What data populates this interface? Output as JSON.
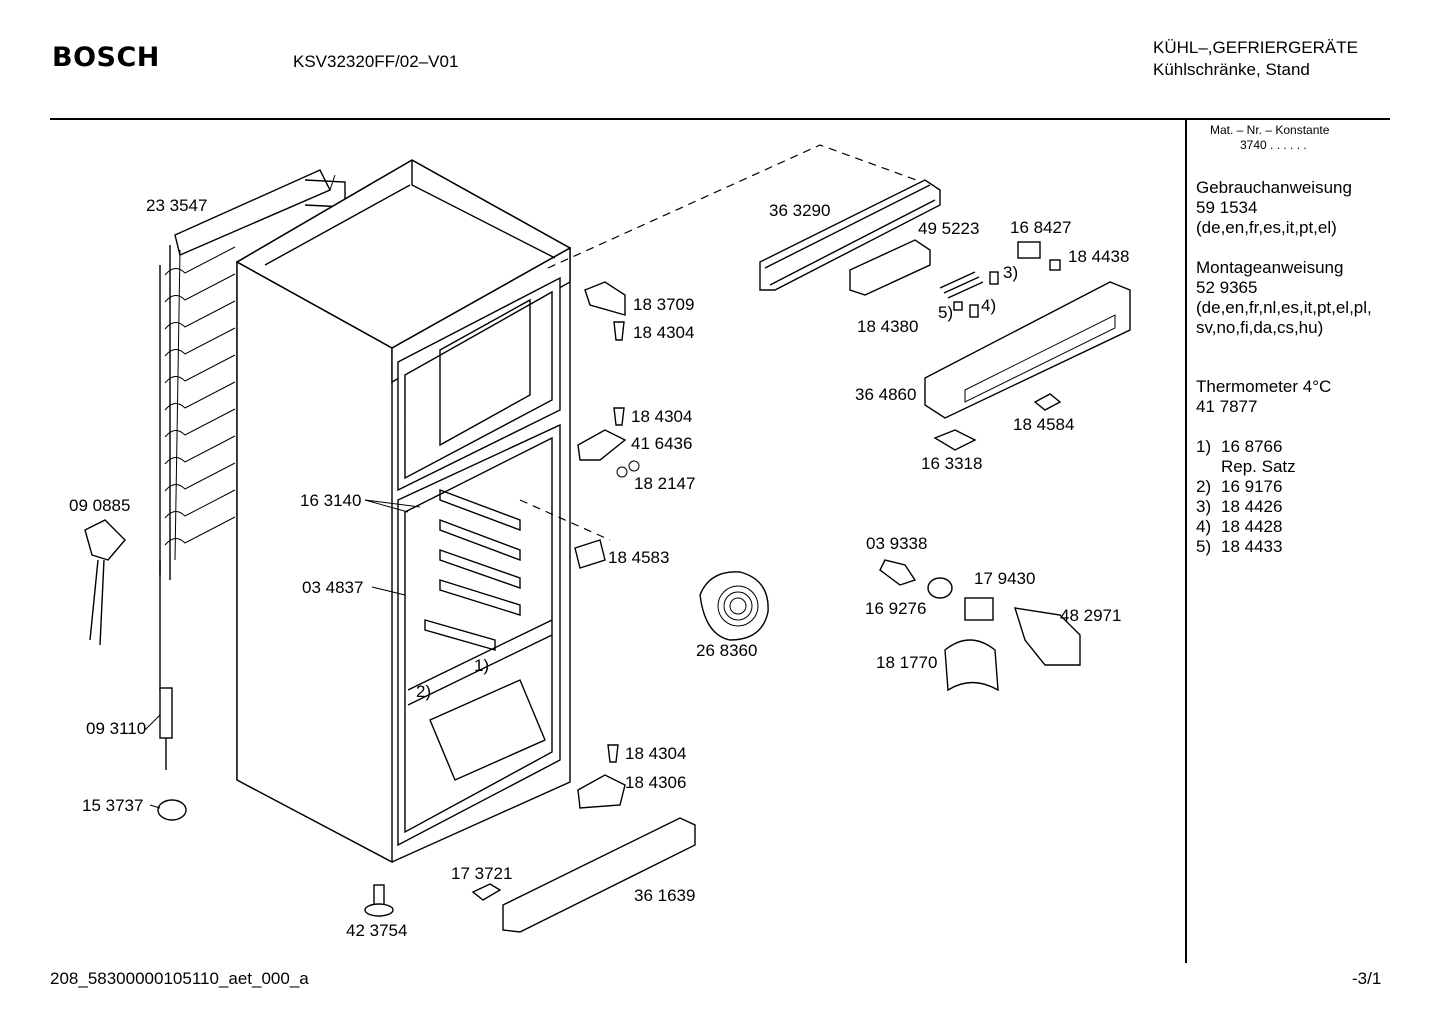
{
  "header": {
    "brand": "BOSCH",
    "model": "KSV32320FF/02–V01",
    "category_line1": "KÜHL–,GEFRIERGERÄTE",
    "category_line2": "Kühlschränke, Stand"
  },
  "sidebar": {
    "mat_header": "Mat. – Nr. – Konstante",
    "mat_value": "3740  .  .  .  .  .  .",
    "blocks": [
      {
        "title": "Gebrauchanweisung",
        "number": "59 1534",
        "languages": "(de,en,fr,es,it,pt,el)"
      },
      {
        "title": "Montageanweisung",
        "number": "52 9365",
        "languages": "(de,en,fr,nl,es,it,pt,el,pl,",
        "languages2": "sv,no,fi,da,cs,hu)"
      },
      {
        "title": "Thermometer 4°C",
        "number": "41 7877"
      }
    ],
    "footnotes": [
      {
        "key": "1)",
        "value": "16 8766",
        "extra": "Rep. Satz"
      },
      {
        "key": "2)",
        "value": "16 9176"
      },
      {
        "key": "3)",
        "value": "18 4426"
      },
      {
        "key": "4)",
        "value": "18 4428"
      },
      {
        "key": "5)",
        "value": "18 4433"
      }
    ]
  },
  "parts": {
    "p233547": "23 3547",
    "p090885": "09 0885",
    "p093110": "09 3110",
    "p153737": "15 3737",
    "p423754": "42 3754",
    "p163140": "16 3140",
    "p034837": "03 4837",
    "p173721": "17 3721",
    "p361639": "36 1639",
    "p183709": "18 3709",
    "p184304a": "18 4304",
    "p184304b": "18 4304",
    "p416436": "41 6436",
    "p182147": "18 2147",
    "p184583": "18 4583",
    "p184304c": "18 4304",
    "p184306": "18 4306",
    "p268360": "26 8360",
    "p363290": "36 3290",
    "p495223": "49 5223",
    "p168427": "16 8427",
    "p184438": "18 4438",
    "p184380": "18 4380",
    "p364860": "36 4860",
    "p184584": "18 4584",
    "p163318": "16 3318",
    "p039338": "03 9338",
    "p179430": "17 9430",
    "p169276": "16 9276",
    "p482971": "48 2971",
    "p181770": "18 1770",
    "ref1": "1)",
    "ref2": "2)",
    "ref3": "3)",
    "ref4": "4)",
    "ref5": "5)"
  },
  "footer": {
    "doc_id": "208_58300000105110_aet_000_a",
    "page": "-3/1"
  }
}
